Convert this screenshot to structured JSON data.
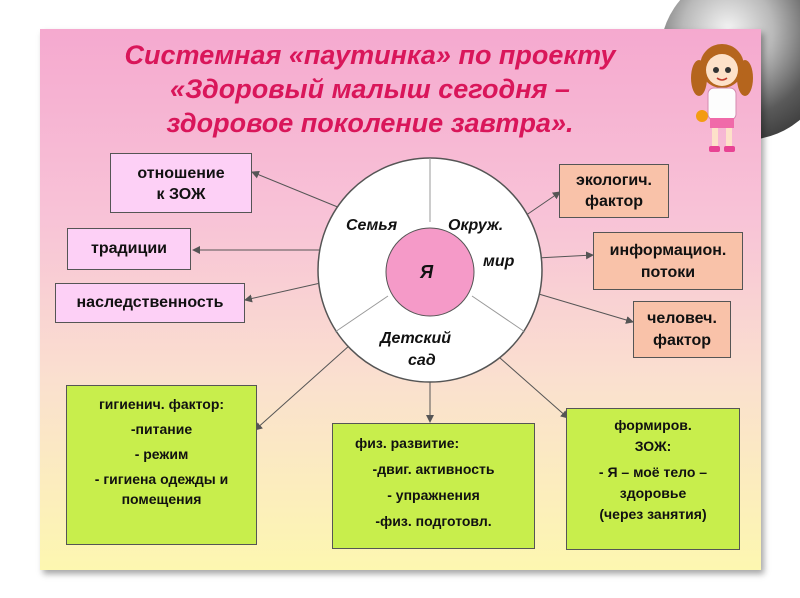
{
  "title": {
    "line1": "Системная «паутинка» по проекту",
    "line2": "«Здоровый малыш сегодня –",
    "line3": "здоровое поколение завтра»."
  },
  "wheel": {
    "center": "Я",
    "sector_family": "Семья",
    "sector_world_1": "Окруж.",
    "sector_world_2": "мир",
    "sector_kg_1": "Детский",
    "sector_kg_2": "сад"
  },
  "left_boxes": {
    "attitude_1": "отношение",
    "attitude_2": "к ЗОЖ",
    "traditions": "традиции",
    "heredity": "наследственность"
  },
  "right_boxes": {
    "eco_1": "экологич.",
    "eco_2": "фактор",
    "info_1": "информацион.",
    "info_2": "потоки",
    "human_1": "человеч.",
    "human_2": "фактор"
  },
  "bottom_boxes": {
    "hygiene": [
      "гигиенич. фактор:",
      "-питание",
      "- режим",
      "- гигиена одежды и",
      "помещения"
    ],
    "physical": [
      "физ. развитие:",
      "-двиг. активность",
      "- упражнения",
      "-физ. подготовл."
    ],
    "lifestyle": [
      "формиров.",
      "ЗОЖ:",
      "- Я – моё тело –",
      "здоровье",
      "(через занятия)"
    ]
  },
  "colors": {
    "title": "#d9165a",
    "center": "#f59ac8",
    "pink_box": "#fdd0f6",
    "salmon_box": "#f9c2a9",
    "green_box": "#c8ee4c"
  }
}
